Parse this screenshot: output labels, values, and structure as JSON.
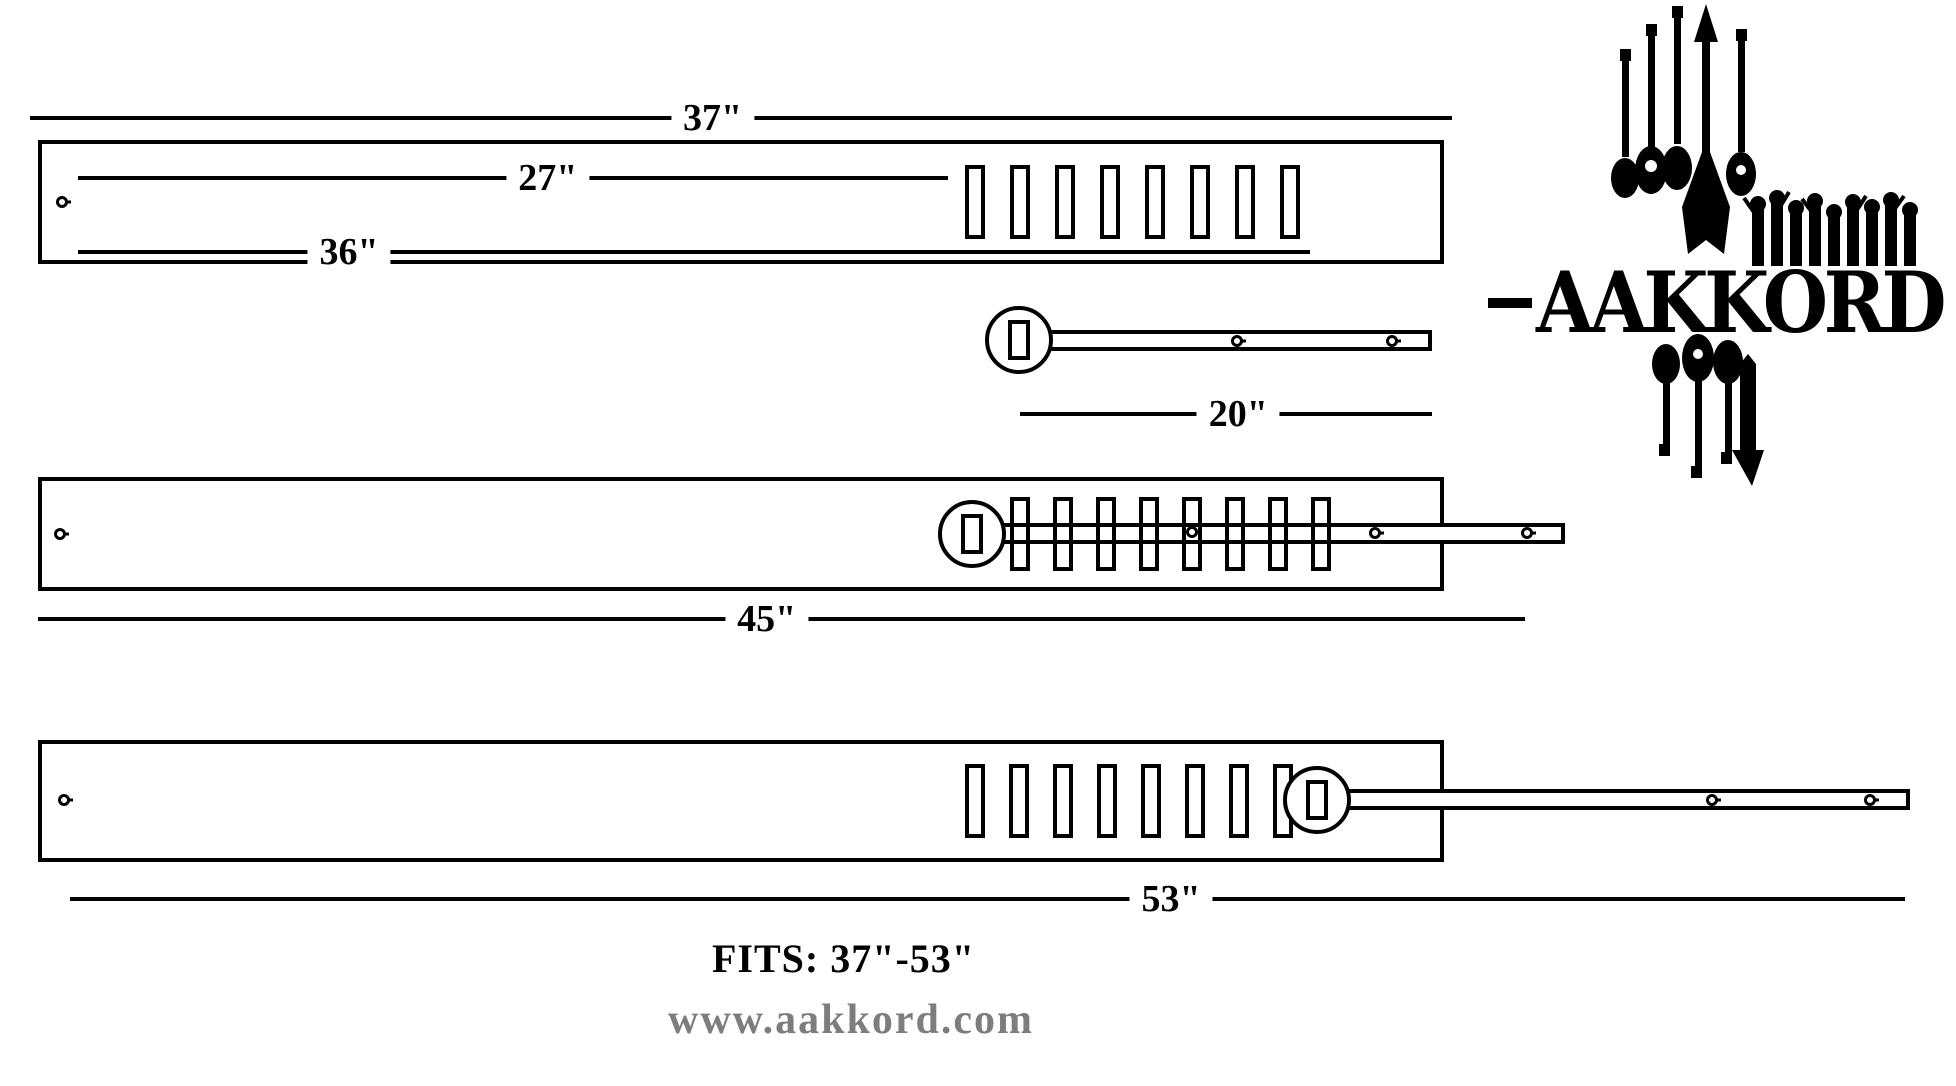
{
  "diagram": {
    "dim_total_top": "37\"",
    "dim_inner": "27\"",
    "dim_slot_span": "36\"",
    "dim_tail": "20\"",
    "dim_min": "45\"",
    "dim_max": "53\"",
    "fits_label": "FITS:  37\"-53\"",
    "website": "www.aakkord.com"
  },
  "logo": {
    "brand": "AAKKORD"
  },
  "colors": {
    "ink": "#000000",
    "website_gray": "#7d7d7d",
    "background": "#ffffff"
  }
}
